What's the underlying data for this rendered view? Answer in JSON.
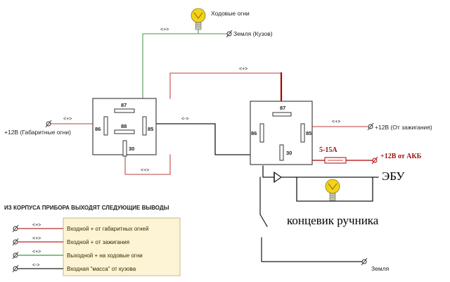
{
  "labels": {
    "running_lights": "Ходовые огни",
    "ground_body": "Земля (Кузов)",
    "plus12_dimensions": "+12В (Габаритные огни)",
    "plus12_ignition": "+12В (От зажигания)",
    "plus12_battery": "+12В от АКБ",
    "fuse_rating": "5-15А",
    "ecu": "ЭБУ",
    "handbrake_switch": "концевик ручника",
    "ground": "Земля",
    "plus_sign": "<+>",
    "minus_sign": "<->"
  },
  "relay_pins": {
    "p87": "87",
    "p88": "88",
    "p86": "86",
    "p85": "85",
    "p30": "30"
  },
  "legend": {
    "title": "ИЗ КОРПУСА ПРИБОРА ВЫХОДЯТ СЛЕДУЮЩИЕ ВЫВОДЫ",
    "items": [
      {
        "sign": "<+>",
        "text": "Входной + от габаритных огней",
        "color": "#b03030"
      },
      {
        "sign": "<+>",
        "text": "Входной + от зажигания",
        "color": "#c02020"
      },
      {
        "sign": "<+>",
        "text": "Выходной + на ходовые огни",
        "color": "#3c9a3c"
      },
      {
        "sign": "<->",
        "text": "Входная \"масса\" от кузова",
        "color": "#202020"
      }
    ]
  },
  "colors": {
    "wire_red": "#c86464",
    "wire_dark_red": "#b00000",
    "wire_green": "#6ea86e",
    "wire_black": "#1a1a1a",
    "lamp_yellow": "#f3d21a",
    "legend_bg": "#fcf4d4"
  }
}
